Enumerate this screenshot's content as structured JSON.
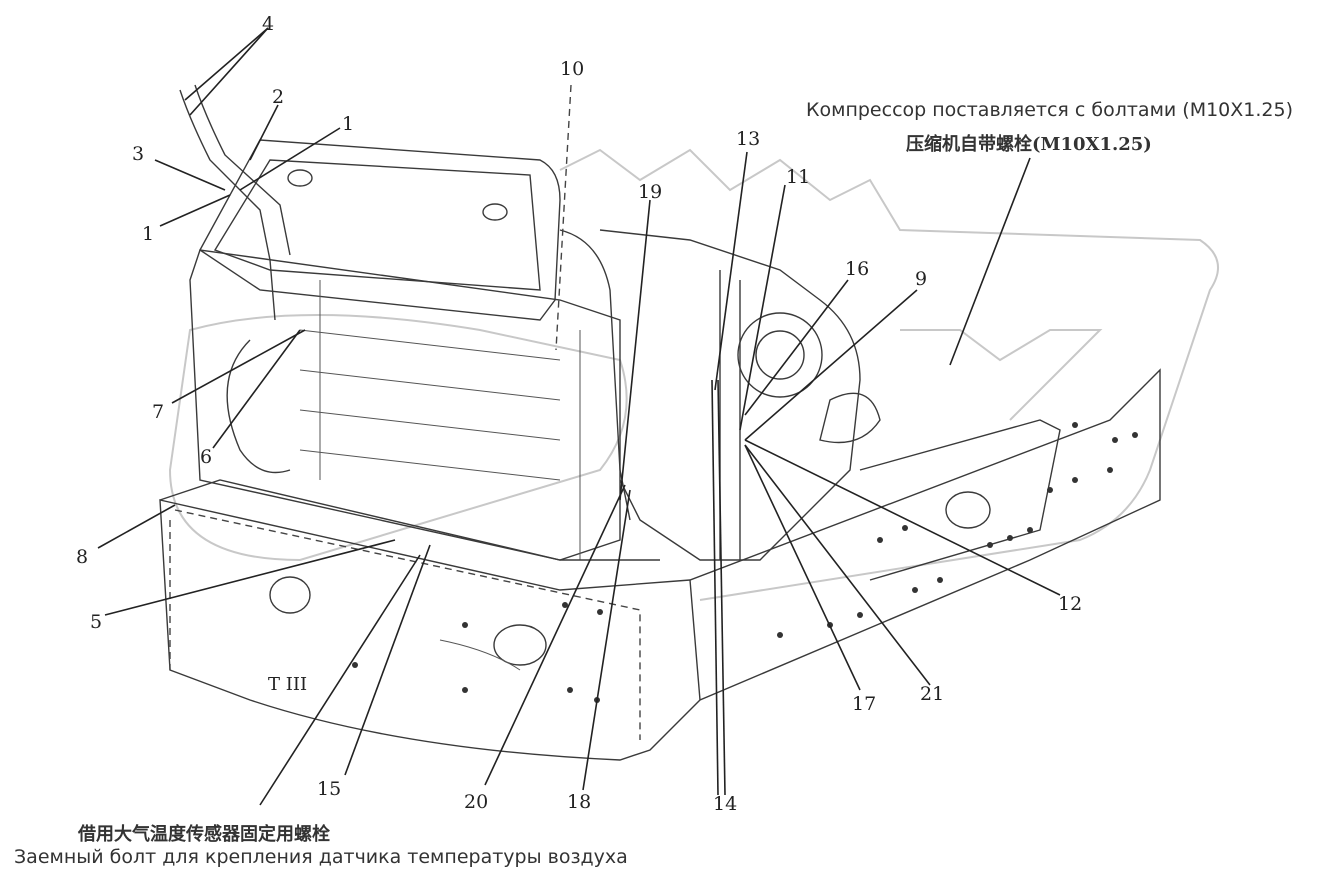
{
  "notes": {
    "compressor_ru": "Компрессор поставляется с болтами (M10X1.25)",
    "compressor_cn": "压缩机自带螺栓(M10X1.25)",
    "sensor_cn": "借用大气温度传感器固定用螺栓",
    "sensor_ru": "Заемный болт для крепления датчика температуры воздуха"
  },
  "callouts": {
    "c1a": "1",
    "c1b": "1",
    "c2": "2",
    "c3": "3",
    "c4": "4",
    "c5": "5",
    "c6": "6",
    "c7": "7",
    "c8": "8",
    "c9": "9",
    "c10": "10",
    "c11": "11",
    "c12": "12",
    "c13": "13",
    "c14": "14",
    "c15": "15",
    "c16": "16",
    "c17": "17",
    "c18": "18",
    "c19": "19",
    "c20": "20",
    "c21": "21"
  },
  "frame_mark": "T III"
}
